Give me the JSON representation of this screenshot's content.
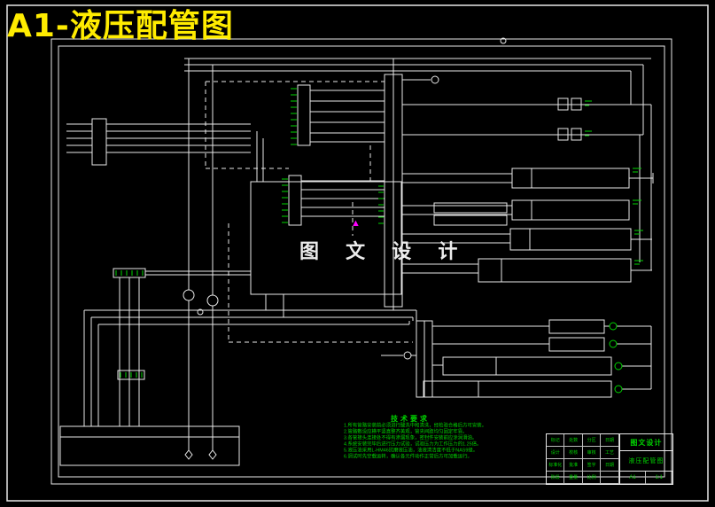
{
  "page": {
    "background": "#000000",
    "line_color": "#e8e8e8",
    "annotation_color": "#00d400",
    "title_color": "#ffec00",
    "arrow_color": "#ff00ff"
  },
  "header": {
    "title": "A1-液压配管图"
  },
  "watermark": {
    "text": "图 文 设 计",
    "arrow": "▲"
  },
  "tech": {
    "title": "技术要求",
    "lines": [
      "1.所有管路安装前必须进行酸洗中和清洗，经检验合格后方可安装。",
      "2.管路敷设应横平竖直整齐美观，管夹间距均匀固定牢靠。",
      "3.各管接头连接处不得有渗漏现象，密封件安装前应涂润滑油。",
      "4.系统安装完毕后进行压力试验，试验压力为工作压力的1.25倍。",
      "5.液压油采用L-HM46抗磨液压油，油液清洁度不低于NAS9级。",
      "6.调试时先空载运转，确认各元件动作正常后方可加载运行。"
    ]
  },
  "title_block": {
    "company": "图文设计",
    "drawing_name": "液压配管图",
    "sheet_size": "A1",
    "scale": "1:1",
    "grid": [
      "标记",
      "处数",
      "分区",
      "日期",
      "设计",
      "校核",
      "审核",
      "工艺",
      "标准化",
      "批准",
      "签字",
      "日期",
      "阶段",
      "重量",
      "比例",
      ""
    ]
  }
}
